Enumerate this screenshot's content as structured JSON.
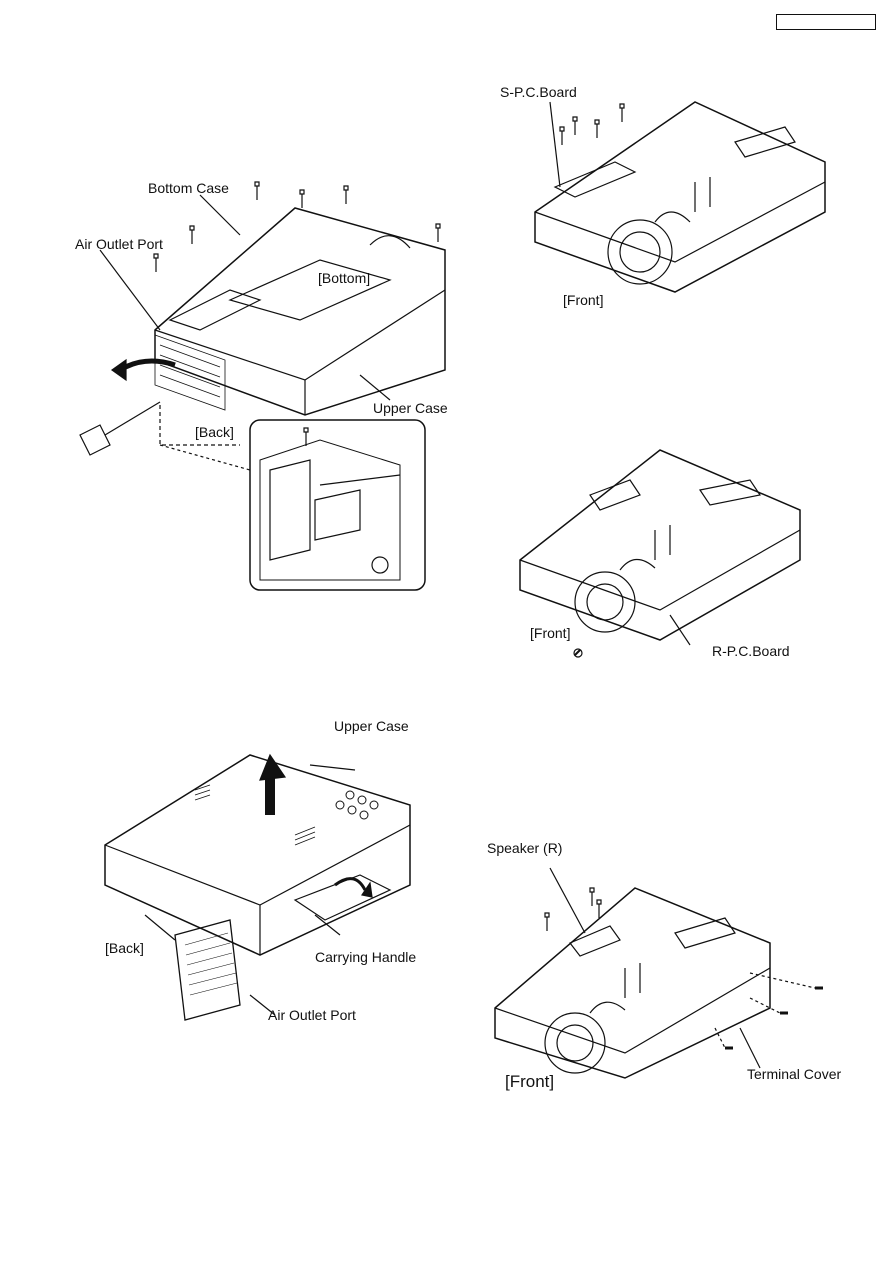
{
  "header": {
    "code_box": ""
  },
  "figures": {
    "fig1": {
      "bottom_case": "Bottom Case",
      "air_outlet_port": "Air Outlet Port",
      "bottom": "[Bottom]",
      "upper_case": "Upper Case",
      "back": "[Back]"
    },
    "fig2": {
      "s_pc_board": "S-P.C.Board",
      "front": "[Front]"
    },
    "fig3": {
      "front": "[Front]",
      "r_pc_board": "R-P.C.Board"
    },
    "fig4": {
      "upper_case": "Upper Case",
      "back": "[Back]",
      "carrying_handle": "Carrying Handle",
      "air_outlet_port": "Air Outlet Port"
    },
    "fig5": {
      "speaker_r": "Speaker (R)",
      "front": "[Front]",
      "terminal_cover": "Terminal Cover"
    }
  }
}
